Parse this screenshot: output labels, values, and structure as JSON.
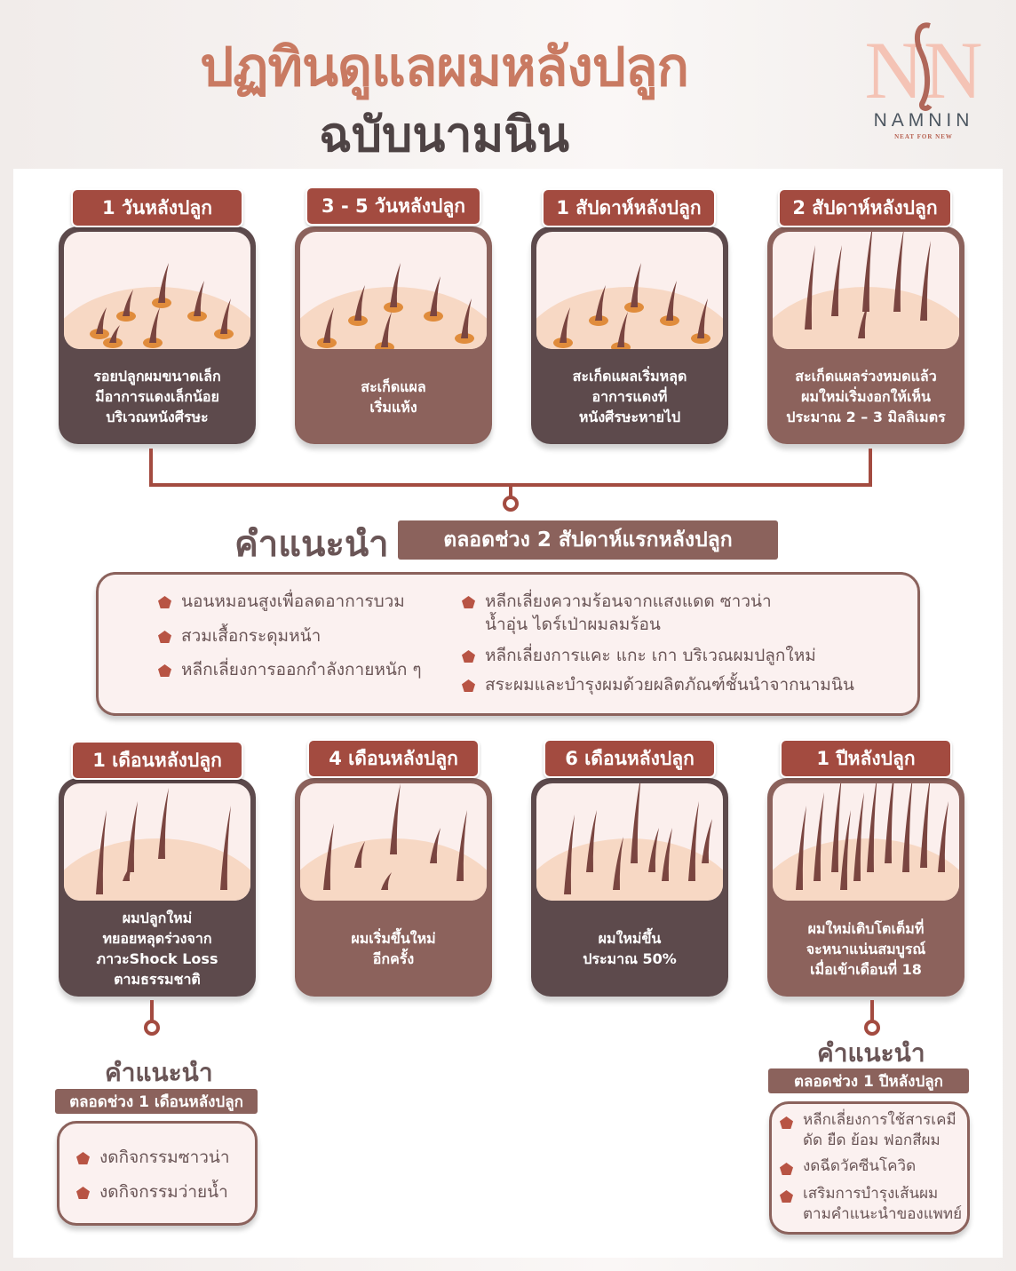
{
  "header": {
    "title": "ปฏทินดูแลผมหลังปลูก",
    "subtitle": "ฉบับนามนิน"
  },
  "logo": {
    "brand": "NAMNIN",
    "tagline": "NEAT FOR NEW",
    "monogram": "NN"
  },
  "top_stages": [
    {
      "label": "1 วันหลังปลูก",
      "text": "รอยปลูกผมขนาดเล็ก\nมีอาการแดงเล็กน้อย\nบริเวณหนังศีรษะ"
    },
    {
      "label": "3 - 5 วันหลังปลูก",
      "text": "สะเก็ดแผล\nเริ่มแห้ง"
    },
    {
      "label": "1 สัปดาห์หลังปลูก",
      "text": "สะเก็ดแผลเริ่มหลุด\nอาการแดงที่\nหนังศีรษะหายไป"
    },
    {
      "label": "2 สัปดาห์หลังปลูก",
      "text": "สะเก็ดแผลร่วงหมดแล้ว\nผมใหม่เริ่มงอกให้เห็น\nประมาณ 2 – 3 มิลลิเมตร"
    }
  ],
  "advice_main": {
    "heading": "คำแนะนำ",
    "period": "ตลอดช่วง 2 สัปดาห์แรกหลังปลูก",
    "left_items": [
      "นอนหมอนสูงเพื่อลดอาการบวม",
      "สวมเสื้อกระดุมหน้า",
      "หลีกเลี่ยงการออกกำลังกายหนัก ๆ"
    ],
    "right_items": [
      "หลีกเลี่ยงความร้อนจากแสงแดด ซาวน่า\nน้ำอุ่น ไดร์เป่าผมลมร้อน",
      "หลีกเลี่ยงการแคะ แกะ เกา บริเวณผมปลูกใหม่",
      "สระผมและบำรุงผมด้วยผลิตภัณฑ์ชั้นนำจากนามนิน"
    ]
  },
  "bottom_stages": [
    {
      "label": "1 เดือนหลังปลูก",
      "text": "ผมปลูกใหม่\nทยอยหลุดร่วงจาก\nภาวะShock Loss\nตามธรรมชาติ"
    },
    {
      "label": "4 เดือนหลังปลูก",
      "text": "ผมเริ่มขึ้นใหม่\nอีกครั้ง"
    },
    {
      "label": "6 เดือนหลังปลูก",
      "text": "ผมใหม่ขึ้น\nประมาณ 50%"
    },
    {
      "label": "1 ปีหลังปลูก",
      "text": "ผมใหม่เติบโตเต็มที่\nจะหนาแน่นสมบูรณ์\nเมื่อเข้าเดือนที่ 18"
    }
  ],
  "advice_month": {
    "heading": "คำแนะนำ",
    "period": "ตลอดช่วง 1 เดือนหลังปลูก",
    "items": [
      "งดกิจกรรมซาวน่า",
      "งดกิจกรรมว่ายน้ำ"
    ]
  },
  "advice_year": {
    "heading": "คำแนะนำ",
    "period": "ตลอดช่วง 1 ปีหลังปลูก",
    "items": [
      "หลีกเลี่ยงการใช้สารเคมี\nดัด ยืด ย้อม ฟอกสีผม",
      "งดฉีดวัคซีนโควิด",
      "เสริมการบำรุงเส้นผม\nตามคำแนะนำของแพทย์"
    ]
  },
  "colors": {
    "tab": "#a34b40",
    "dark_card": "#5d4a4c",
    "light_card": "#8c625c",
    "skin": "#f7d8c4",
    "hair": "#7a4540",
    "follicle": "#e08c3c"
  }
}
